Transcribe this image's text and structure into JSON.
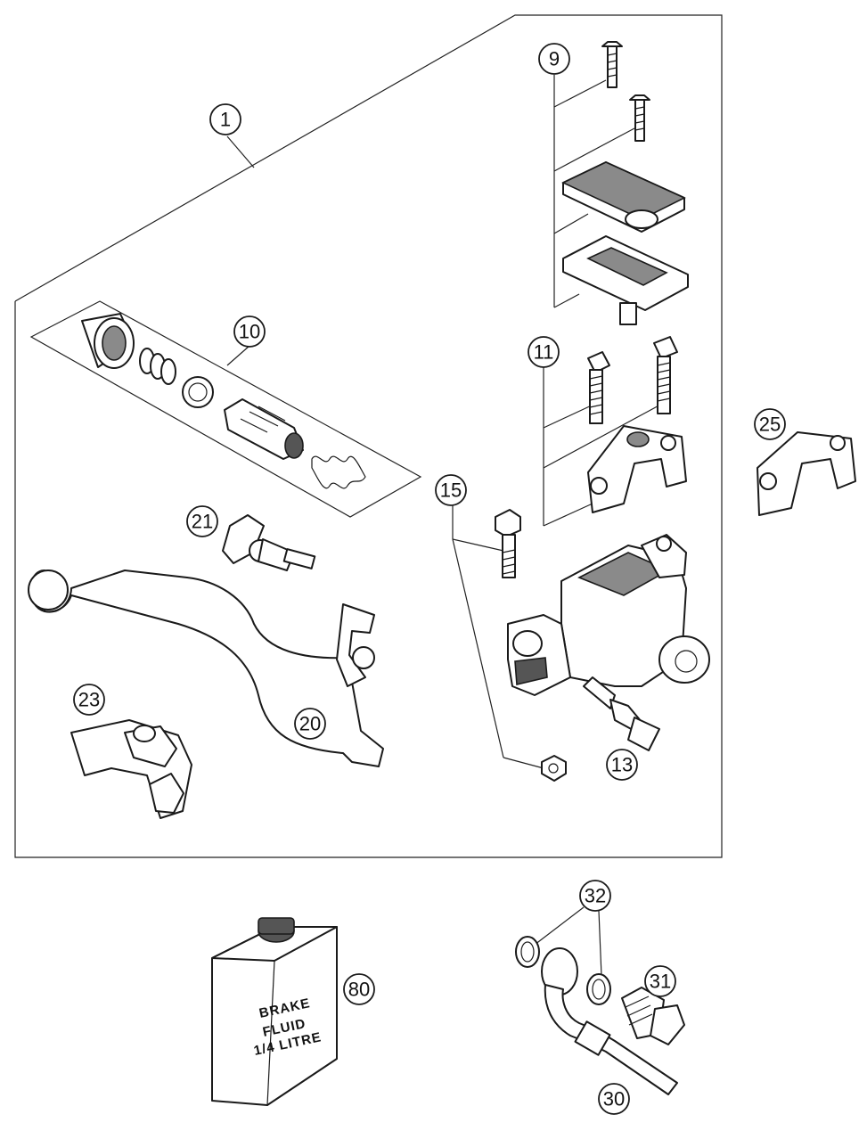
{
  "callouts": [
    {
      "label": "1"
    },
    {
      "label": "9"
    },
    {
      "label": "10"
    },
    {
      "label": "11"
    },
    {
      "label": "13"
    },
    {
      "label": "15"
    },
    {
      "label": "20"
    },
    {
      "label": "21"
    },
    {
      "label": "23"
    },
    {
      "label": "25"
    },
    {
      "label": "30"
    },
    {
      "label": "31"
    },
    {
      "label": "32"
    },
    {
      "label": "80"
    }
  ],
  "brake_fluid_can": {
    "line1": "BRAKE",
    "line2": "FLUID",
    "line3": "1/4 LITRE"
  }
}
